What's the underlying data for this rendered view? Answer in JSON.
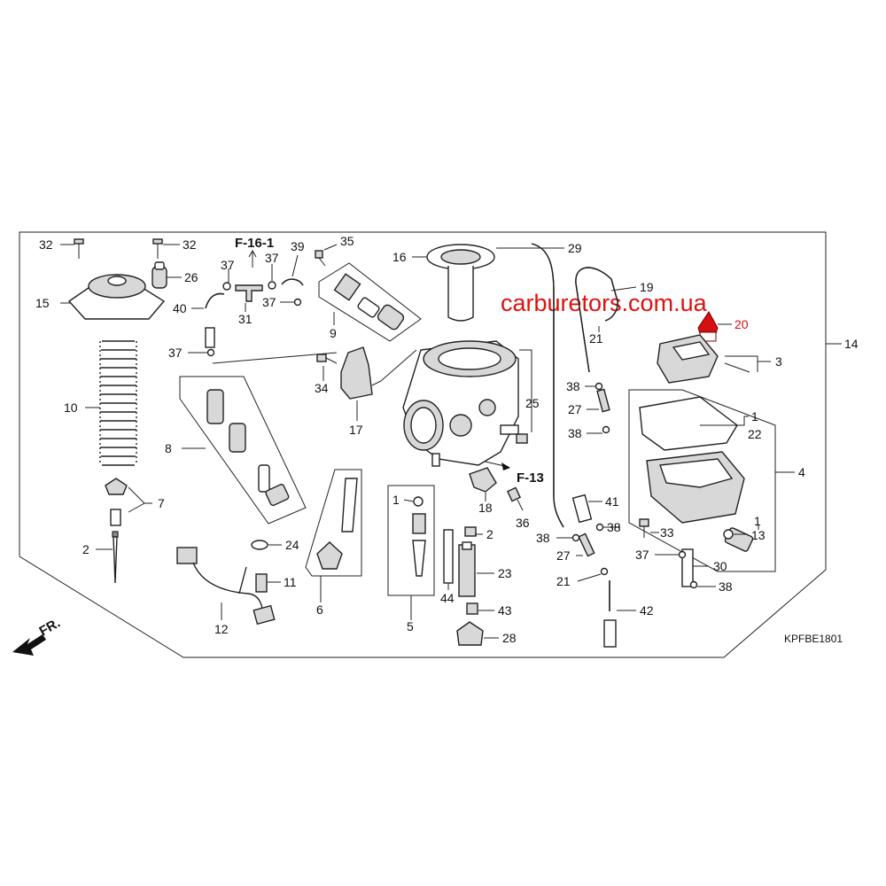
{
  "watermark": "carburetors.com.ua",
  "diagram_code": "KPFBE1801",
  "direction_label": "FR.",
  "refs": {
    "f16": "F-16-1",
    "f13": "F-13"
  },
  "highlight_color": "#d41010",
  "callouts": {
    "c32a": "32",
    "c32b": "32",
    "c26": "26",
    "c15": "15",
    "c10": "10",
    "c7": "7",
    "c2a": "2",
    "c8": "8",
    "c40": "40",
    "c37a": "37",
    "c37b": "37",
    "c37c": "37",
    "c37d": "37",
    "c31": "31",
    "c39": "39",
    "c35": "35",
    "c9": "9",
    "c16": "16",
    "c34": "34",
    "c17": "17",
    "c29": "29",
    "c19": "19",
    "c21a": "21",
    "c20": "20",
    "c3": "3",
    "c14": "14",
    "c38a": "38",
    "c27a": "27",
    "c38b": "38",
    "c25": "25",
    "c18": "18",
    "c36": "36",
    "c1a": "1",
    "c22": "22",
    "c4": "4",
    "c41": "41",
    "c38c": "38",
    "c38d": "38",
    "c27b": "27",
    "c21b": "21",
    "c33": "33",
    "c1b": "1",
    "c13": "13",
    "c37e": "37",
    "c30": "30",
    "c38e": "38",
    "c42": "42",
    "c1c": "1",
    "c2b": "2",
    "c23": "23",
    "c44": "44",
    "c43": "43",
    "c28": "28",
    "c5": "5",
    "c6": "6",
    "c24": "24",
    "c11": "11",
    "c12": "12"
  }
}
